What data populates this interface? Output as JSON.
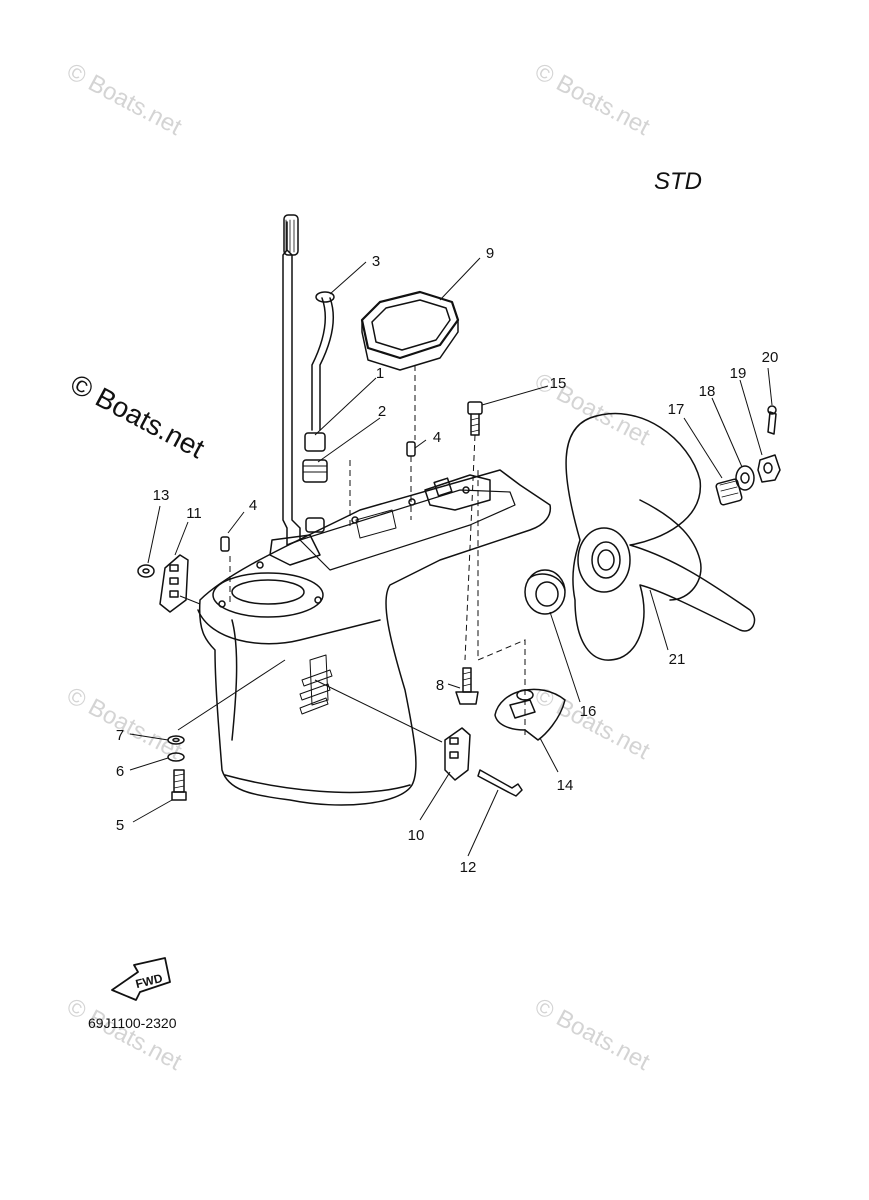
{
  "diagram": {
    "variant_label": "STD",
    "part_number": "69J1100-2320",
    "fwd_label": "FWD",
    "watermarks": [
      "© Boats.net",
      "© Boats.net",
      "© Boats.net",
      "© Boats.net",
      "© Boats.net",
      "© Boats.net",
      "© Boats.net"
    ],
    "watermark_dark": "© Boats.net",
    "callouts": [
      "1",
      "2",
      "3",
      "4",
      "4",
      "5",
      "6",
      "7",
      "8",
      "9",
      "10",
      "11",
      "12",
      "13",
      "14",
      "15",
      "16",
      "17",
      "18",
      "19",
      "20",
      "21"
    ]
  }
}
